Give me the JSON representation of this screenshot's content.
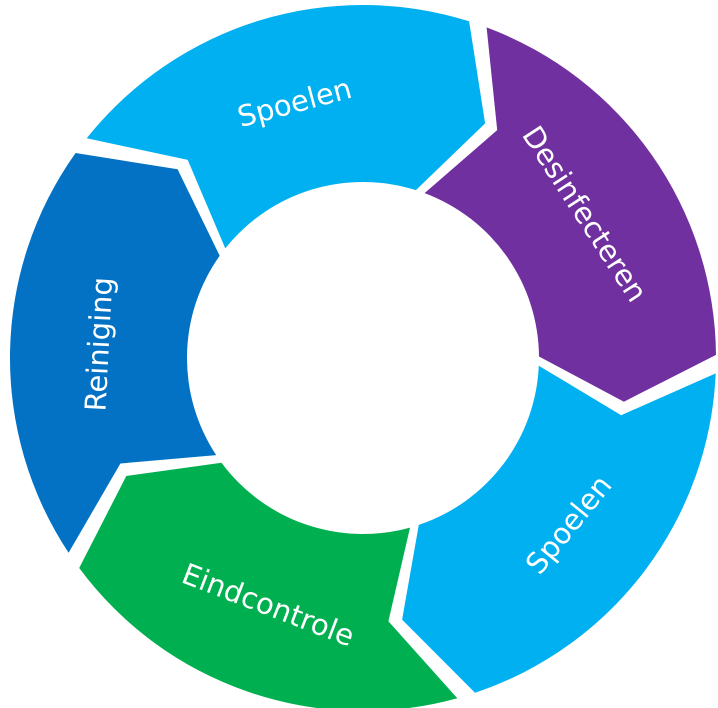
{
  "diagram": {
    "type": "cycle",
    "colors": {
      "dark_blue": "#0372C4",
      "light_blue": "#00B0F0",
      "purple": "#7030A0",
      "green": "#00B050",
      "label": "#FFFFFF"
    },
    "steps": [
      {
        "label": "Reiniging",
        "color": "#0372C4"
      },
      {
        "label": "Spoelen",
        "color": "#00B0F0"
      },
      {
        "label": "Desinfecteren",
        "color": "#7030A0"
      },
      {
        "label": "Spoelen",
        "color": "#00B0F0"
      },
      {
        "label": "Eindcontrole",
        "color": "#00B050"
      }
    ]
  }
}
